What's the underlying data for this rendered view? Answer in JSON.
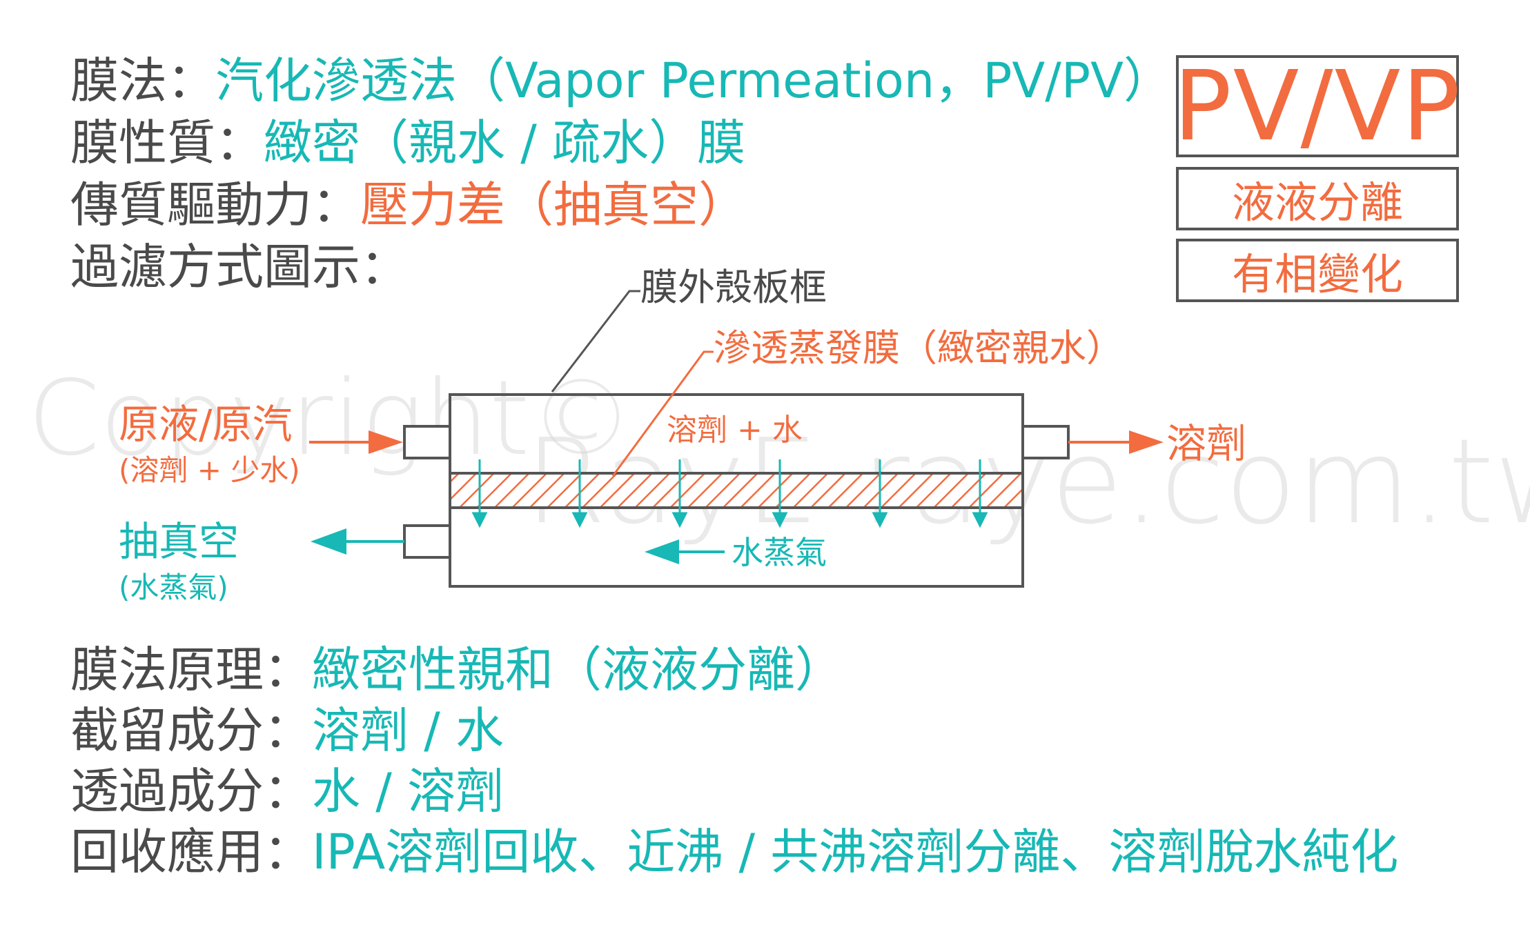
{
  "header": {
    "method": {
      "label": "膜法：",
      "value": "汽化滲透法（Vapor Permeation，PV/PV）"
    },
    "nature": {
      "label": "膜性質：",
      "value": "緻密（親水 / 疏水）膜"
    },
    "driving_force": {
      "label": "傳質驅動力：",
      "value": "壓力差（抽真空）"
    },
    "diagram_title": {
      "label": "過濾方式圖示："
    }
  },
  "badge": {
    "main": "PV/VP",
    "sub1": "液液分離",
    "sub2": "有相變化"
  },
  "diagram": {
    "housing_label": "膜外殼板框",
    "membrane_label": "滲透蒸發膜（緻密親水）",
    "feed_label": "原液/原汽",
    "feed_sub": "(溶劑 + 少水)",
    "top_chamber_label": "溶劑 + 水",
    "retentate_label": "溶劑",
    "vacuum_label": "抽真空",
    "vacuum_sub": "(水蒸氣)",
    "vapor_label": "水蒸氣"
  },
  "watermark": {
    "copyright": "Copyright©",
    "site": "RayE-raye.com.tw"
  },
  "footer": {
    "principle": {
      "label": "膜法原理：",
      "value": "緻密性親和（液液分離）"
    },
    "retained": {
      "label": "截留成分：",
      "value": "溶劑 / 水"
    },
    "permeate": {
      "label": "透過成分：",
      "value": "水 / 溶劑"
    },
    "applications": {
      "label": "回收應用：",
      "value": "IPA溶劑回收、近沸 / 共沸溶劑分離、溶劑脫水純化"
    }
  },
  "colors": {
    "teal": "#17b8b5",
    "orange": "#f26c3f",
    "text": "#4a4a4a",
    "outline": "#555555"
  }
}
